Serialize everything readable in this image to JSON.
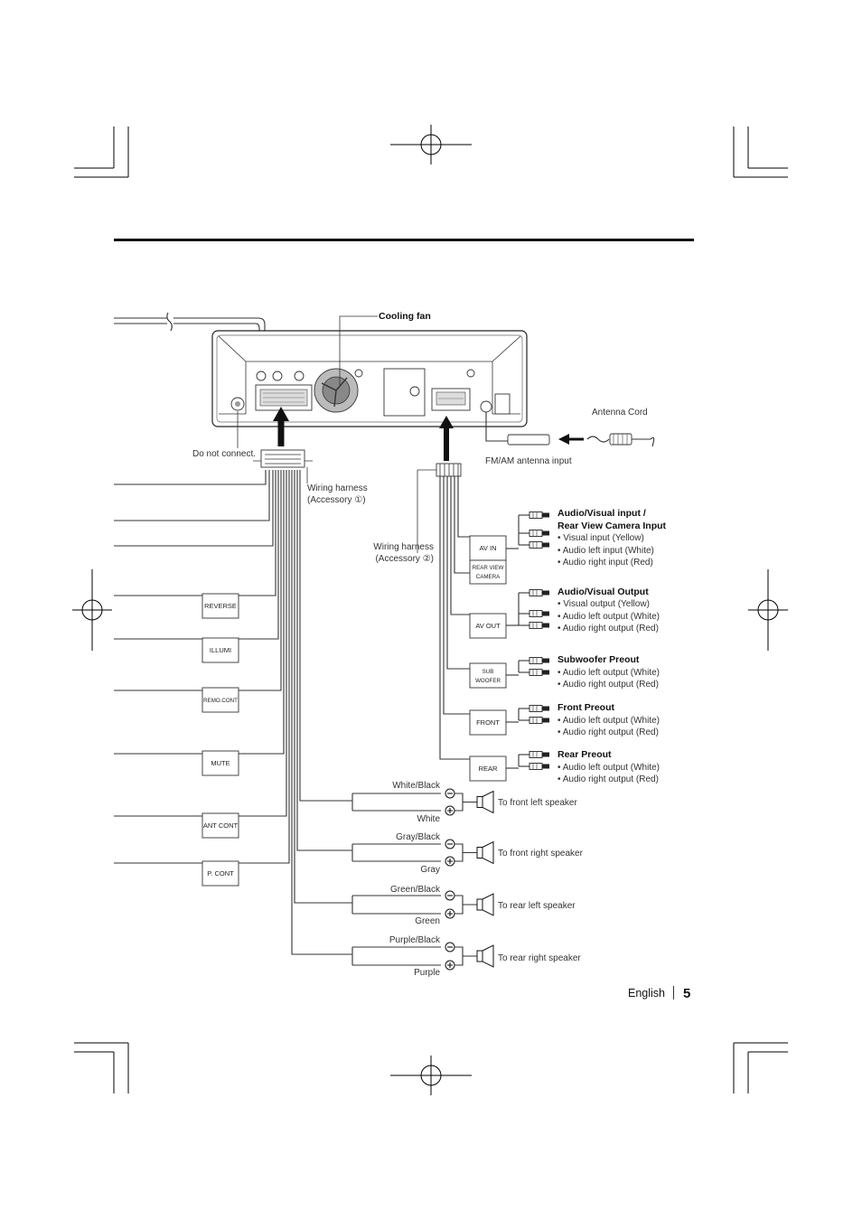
{
  "page": {
    "language": "English",
    "page_number": "5"
  },
  "unit": {
    "cooling_fan": "Cooling fan",
    "do_not_connect": "Do not connect."
  },
  "harness1": {
    "line1": "Wiring harness",
    "line2": "(Accessory ①)"
  },
  "harness2": {
    "line1": "Wiring harness",
    "line2": "(Accessory ②)"
  },
  "antenna": {
    "cord": "Antenna Cord",
    "input": "FM/AM antenna input"
  },
  "left_boxes": [
    "REVERSE",
    "ILLUMI",
    "REMO.CONT",
    "MUTE",
    "ANT CONT",
    "P. CONT"
  ],
  "rca_boxes": {
    "av_in": "AV IN",
    "rear_view_camera": [
      "REAR VIEW",
      "CAMERA"
    ],
    "av_out": "AV OUT",
    "sub_woofer": [
      "SUB",
      "WOOFER"
    ],
    "front": "FRONT",
    "rear": "REAR"
  },
  "rca_descriptions": [
    {
      "title": [
        "Audio/Visual input /",
        "Rear View Camera Input"
      ],
      "items": [
        "• Visual input (Yellow)",
        "• Audio left input (White)",
        "• Audio right input (Red)"
      ]
    },
    {
      "title": [
        "Audio/Visual Output"
      ],
      "items": [
        "• Visual output (Yellow)",
        "• Audio left output (White)",
        "• Audio right output (Red)"
      ]
    },
    {
      "title": [
        "Subwoofer Preout"
      ],
      "items": [
        "• Audio left output (White)",
        "• Audio right output (Red)"
      ]
    },
    {
      "title": [
        "Front Preout"
      ],
      "items": [
        "• Audio left output (White)",
        "• Audio right output (Red)"
      ]
    },
    {
      "title": [
        "Rear Preout"
      ],
      "items": [
        "• Audio left output (White)",
        "• Audio right output (Red)"
      ]
    }
  ],
  "speakers": [
    {
      "neg": "White/Black",
      "pos": "White",
      "label": "To front left speaker"
    },
    {
      "neg": "Gray/Black",
      "pos": "Gray",
      "label": "To front right speaker"
    },
    {
      "neg": "Green/Black",
      "pos": "Green",
      "label": "To rear left speaker"
    },
    {
      "neg": "Purple/Black",
      "pos": "Purple",
      "label": "To rear right speaker"
    }
  ]
}
